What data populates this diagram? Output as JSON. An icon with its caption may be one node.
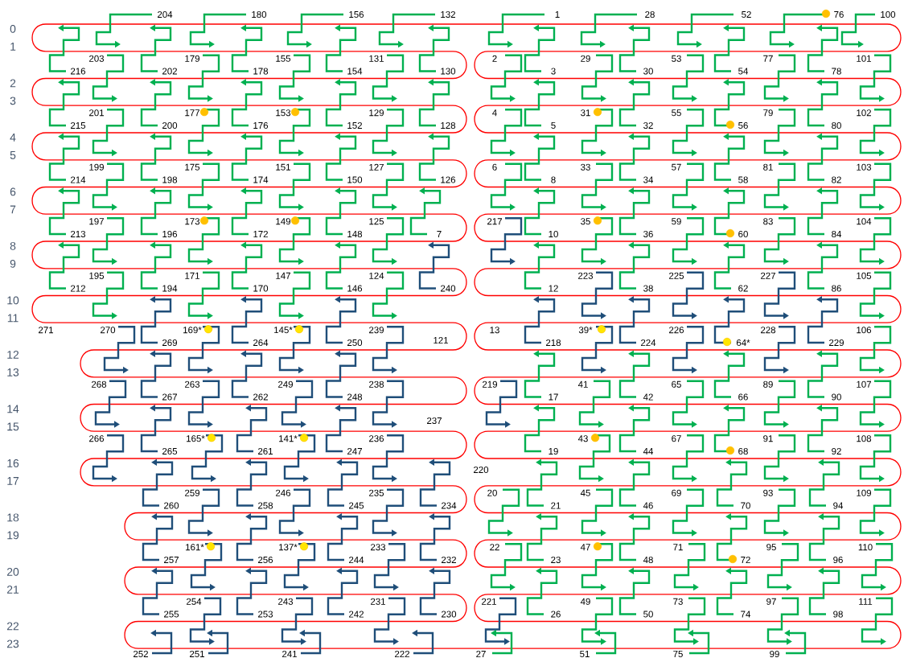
{
  "diagram": {
    "labels": [
      "0",
      "1",
      "2",
      "3",
      "4",
      "5",
      "6",
      "7",
      "8",
      "9",
      "10",
      "11",
      "12",
      "13",
      "14",
      "15",
      "16",
      "17",
      "18",
      "19",
      "20",
      "21",
      "22",
      "23",
      "204",
      "180",
      "156",
      "132",
      "1",
      "28",
      "52",
      "76",
      "100",
      "203",
      "179",
      "155",
      "131",
      "2",
      "29",
      "53",
      "77",
      "101",
      "216",
      "202",
      "178",
      "154",
      "130",
      "3",
      "30",
      "54",
      "78",
      "201",
      "177",
      "153",
      "129",
      "4",
      "31",
      "55",
      "79",
      "102",
      "215",
      "200",
      "176",
      "152",
      "128",
      "5",
      "32",
      "56",
      "80",
      "199",
      "175",
      "151",
      "127",
      "6",
      "33",
      "57",
      "81",
      "103",
      "214",
      "198",
      "174",
      "150",
      "126",
      "8",
      "34",
      "58",
      "82",
      "197",
      "173",
      "149",
      "125",
      "217",
      "35",
      "59",
      "83",
      "104",
      "213",
      "196",
      "172",
      "148",
      "7",
      "10",
      "36",
      "60",
      "84",
      "195",
      "171",
      "147",
      "124",
      "223",
      "225",
      "227",
      "105",
      "212",
      "194",
      "170",
      "146",
      "240",
      "12",
      "38",
      "62",
      "86",
      "271",
      "270",
      "169*",
      "145*",
      "239",
      "13",
      "39*",
      "226",
      "228",
      "106",
      "269",
      "264",
      "250",
      "121",
      "218",
      "224",
      "64*",
      "229",
      "268",
      "263",
      "249",
      "238",
      "219",
      "41",
      "65",
      "89",
      "107",
      "267",
      "262",
      "248",
      "17",
      "42",
      "66",
      "90",
      "237",
      "266",
      "165*",
      "141*",
      "236",
      "43",
      "67",
      "91",
      "108",
      "265",
      "261",
      "247",
      "19",
      "44",
      "68",
      "92",
      "220",
      "259",
      "246",
      "235",
      "20",
      "45",
      "69",
      "93",
      "109",
      "260",
      "258",
      "245",
      "234",
      "21",
      "46",
      "70",
      "94",
      "161*",
      "137*",
      "233",
      "22",
      "47",
      "71",
      "95",
      "110",
      "257",
      "256",
      "244",
      "232",
      "23",
      "48",
      "72",
      "96",
      "254",
      "243",
      "231",
      "221",
      "49",
      "73",
      "97",
      "111",
      "255",
      "253",
      "242",
      "230",
      "26",
      "50",
      "74",
      "98",
      "252",
      "251",
      "241",
      "222",
      "27",
      "51",
      "75",
      "99"
    ]
  }
}
